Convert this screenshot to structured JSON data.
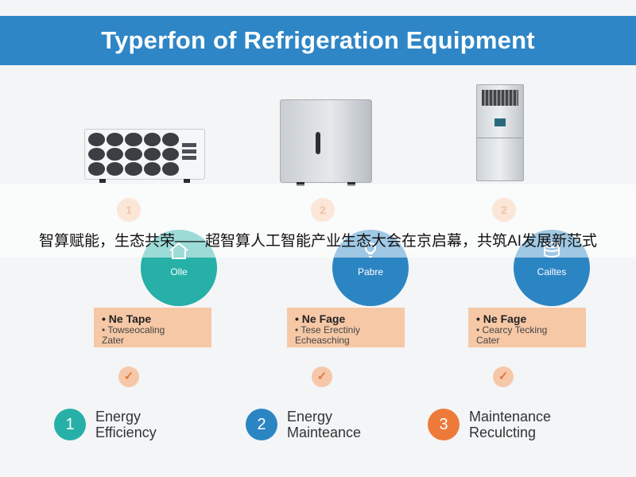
{
  "banner": {
    "title": "Typerfon of Refrigeration Equipment",
    "color": "#2f86c6"
  },
  "headline": "智算赋能，生态共荣——超智算人工智能产业生态大会在京启幕，共筑AI发展新范式",
  "numbers": [
    "1",
    "2",
    "2"
  ],
  "circles": [
    {
      "label": "Olle",
      "color": "#26b0a7",
      "icon": "house-icon"
    },
    {
      "label": "Pabre",
      "color": "#2c85c3",
      "icon": "bulb-icon"
    },
    {
      "label": "Cailtes",
      "color": "#2c85c3",
      "icon": "server-icon"
    }
  ],
  "notes": [
    {
      "title": "• Ne Tape",
      "lines": [
        "• Towseocaling",
        "Zater"
      ]
    },
    {
      "title": "• Ne Fage",
      "lines": [
        "• Tese Erectiniy",
        "Echeasching"
      ]
    },
    {
      "title": "• Ne Fage",
      "lines": [
        "• Cearcy Tecking",
        "Cater"
      ]
    }
  ],
  "check_glyph": "✓",
  "steps": [
    {
      "number": "1",
      "line1": "Energy",
      "line2": "Efficiency",
      "color": "#26b0a7"
    },
    {
      "number": "2",
      "line1": "Energy",
      "line2": "Mainteance",
      "color": "#2c85c3"
    },
    {
      "number": "3",
      "line1": "Maintenance",
      "line2": "Reculcting",
      "color": "#ee7a3a"
    }
  ]
}
